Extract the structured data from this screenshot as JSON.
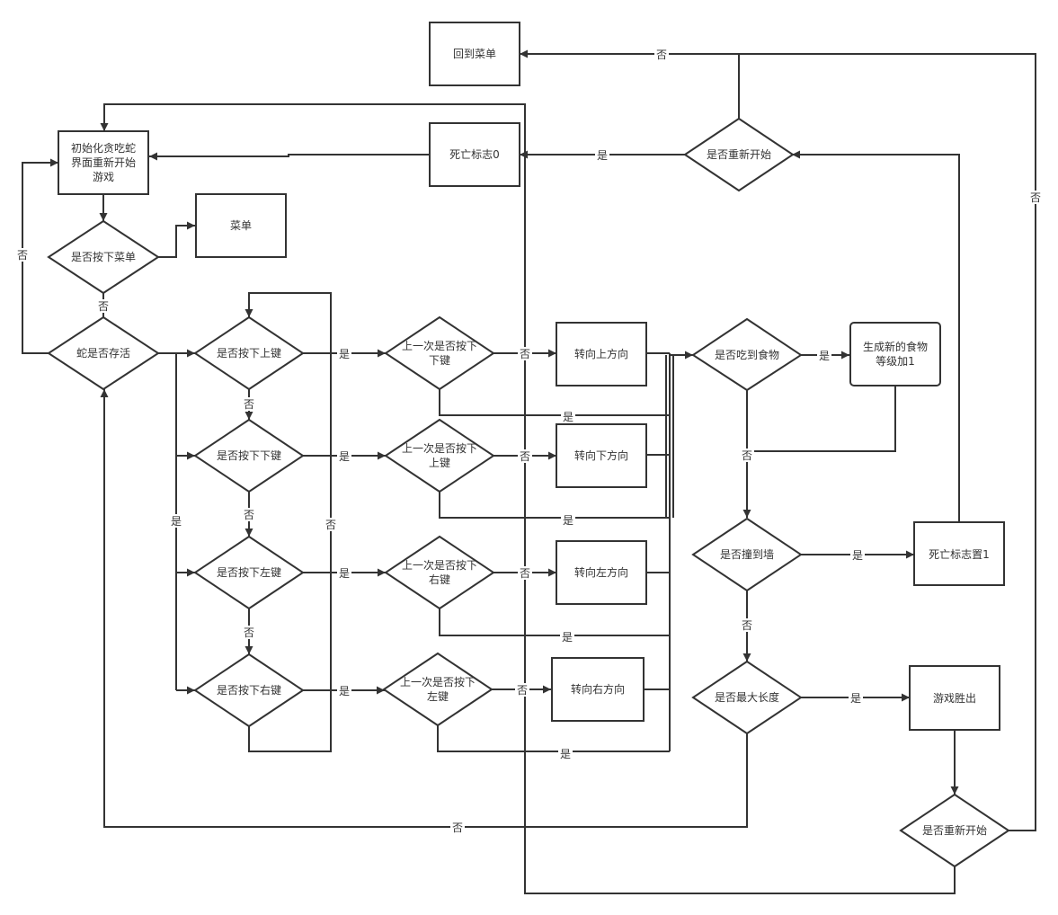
{
  "nodes": {
    "back_to_menu": "回到菜单",
    "init_lines": [
      "初始化贪吃蛇",
      "界面重新开始",
      "游戏"
    ],
    "death_flag_0": "死亡标志0",
    "restart_top": "是否重新开始",
    "press_menu": "是否按下菜单",
    "menu": "菜单",
    "snake_alive": "蛇是否存活",
    "press_up": "是否按下上键",
    "press_down": "是否按下下键",
    "press_left": "是否按下左键",
    "press_right": "是否按下右键",
    "last_down_lines": [
      "上一次是否按下",
      "下键"
    ],
    "last_up_lines": [
      "上一次是否按下",
      "上键"
    ],
    "last_right_lines": [
      "上一次是否按下",
      "右键"
    ],
    "last_left_lines": [
      "上一次是否按下",
      "左键"
    ],
    "turn_up": "转向上方向",
    "turn_down": "转向下方向",
    "turn_left": "转向左方向",
    "turn_right": "转向右方向",
    "eat_food": "是否吃到食物",
    "new_food_lines": [
      "生成新的食物",
      "等级加1"
    ],
    "hit_wall": "是否撞到墙",
    "death_flag_1": "死亡标志置1",
    "max_length": "是否最大长度",
    "game_win": "游戏胜出",
    "restart_bottom": "是否重新开始"
  },
  "edge_labels": {
    "yes": "是",
    "no": "否"
  },
  "colors": {
    "stroke": "#333333",
    "fill": "#ffffff",
    "text": "#333333"
  }
}
